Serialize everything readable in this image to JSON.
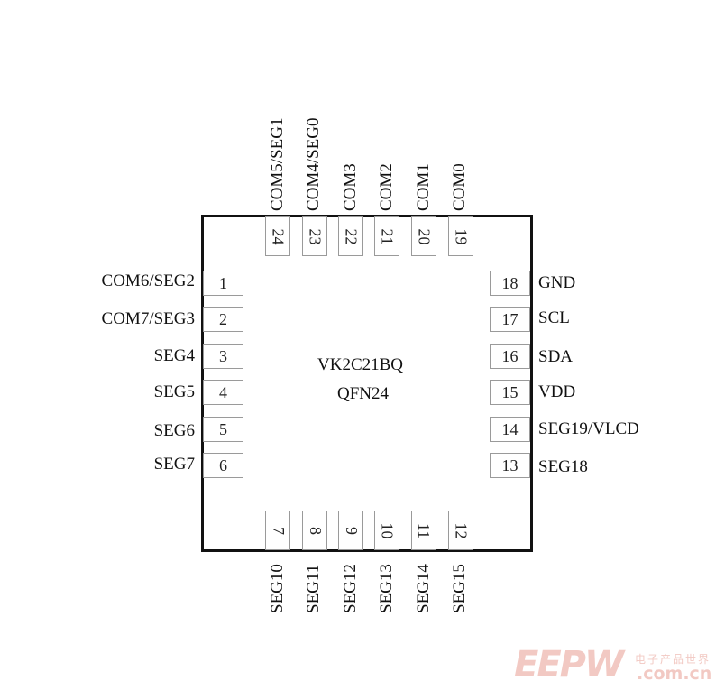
{
  "chip": {
    "name": "VK2C21BQ",
    "package": "QFN24"
  },
  "pins": {
    "left": [
      {
        "num": "1",
        "label": "COM6/SEG2"
      },
      {
        "num": "2",
        "label": "COM7/SEG3"
      },
      {
        "num": "3",
        "label": "SEG4"
      },
      {
        "num": "4",
        "label": "SEG5"
      },
      {
        "num": "5",
        "label": "SEG6"
      },
      {
        "num": "6",
        "label": "SEG7"
      }
    ],
    "bottom": [
      {
        "num": "7",
        "label": "SEG10"
      },
      {
        "num": "8",
        "label": "SEG11"
      },
      {
        "num": "9",
        "label": "SEG12"
      },
      {
        "num": "10",
        "label": "SEG13"
      },
      {
        "num": "11",
        "label": "SEG14"
      },
      {
        "num": "12",
        "label": "SEG15"
      }
    ],
    "right": [
      {
        "num": "13",
        "label": "SEG18"
      },
      {
        "num": "14",
        "label": "SEG19/VLCD"
      },
      {
        "num": "15",
        "label": "VDD"
      },
      {
        "num": "16",
        "label": "SDA"
      },
      {
        "num": "17",
        "label": "SCL"
      },
      {
        "num": "18",
        "label": "GND"
      }
    ],
    "top": [
      {
        "num": "19",
        "label": "COM0"
      },
      {
        "num": "20",
        "label": "COM1"
      },
      {
        "num": "21",
        "label": "COM2"
      },
      {
        "num": "22",
        "label": "COM3"
      },
      {
        "num": "23",
        "label": "COM4/SEG0"
      },
      {
        "num": "24",
        "label": "COM5/SEG1"
      }
    ]
  },
  "watermark": {
    "brand": "EEPW",
    "tagline": "电子产品世界",
    "site": ".com.cn",
    "color": "#f2c9c3"
  }
}
